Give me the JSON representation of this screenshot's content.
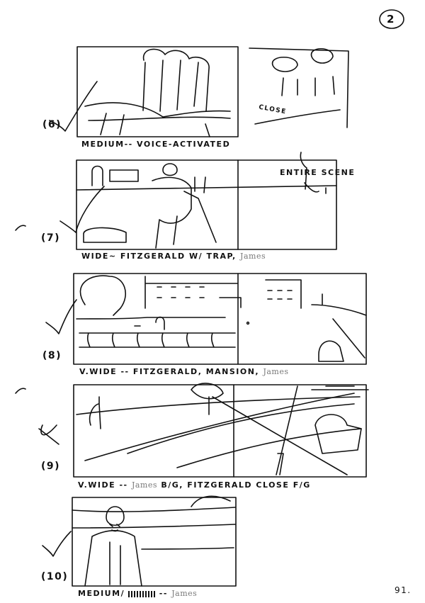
{
  "page_number": "2",
  "sheet_number": "91.",
  "panels": [
    {
      "number": "(6)",
      "caption": "MEDIUM-- VOICE-ACTIVATED",
      "inset_label": "CLOSE"
    },
    {
      "number": "(7)",
      "caption": "WIDE~ FITZGERALD W/ TRAP,",
      "name": "James",
      "inset_label": "ENTIRE SCENE"
    },
    {
      "number": "(8)",
      "caption": "V.WIDE -- FITZGERALD, MANSION,",
      "name": "James"
    },
    {
      "number": "(9)",
      "caption_prefix": "V.WIDE --",
      "name": "James",
      "caption": "B/G, FITZGERALD CLOSE F/G"
    },
    {
      "number": "(10)",
      "caption": "MEDIUM/",
      "caption_scribble": "--",
      "name": "James"
    }
  ]
}
